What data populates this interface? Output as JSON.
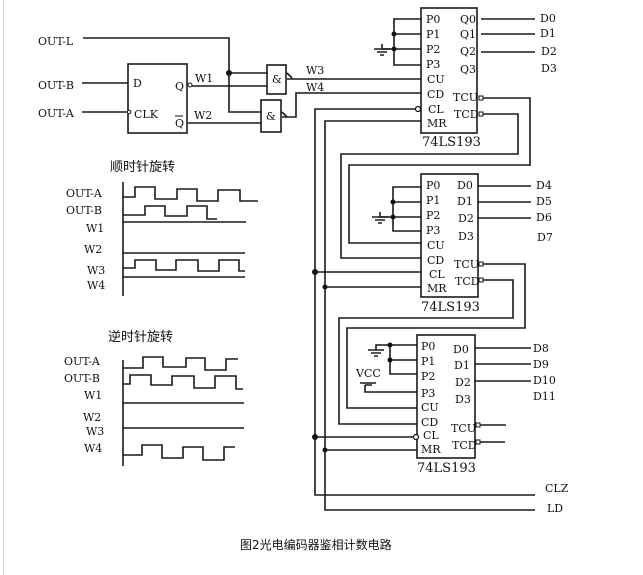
{
  "inputs": {
    "out_l": "OUT-L",
    "out_b": "OUT-B",
    "out_a": "OUT-A"
  },
  "flipflop": {
    "d": "D",
    "clk": "CLK",
    "q": "Q",
    "qbar": "Q"
  },
  "gates": {
    "and_symbol": "&"
  },
  "wires": {
    "w1": "W1",
    "w2": "W2",
    "w3": "W3",
    "w4": "W4"
  },
  "counters": [
    {
      "part": "74LS193",
      "left_pins": [
        "P0",
        "P1",
        "P2",
        "P3",
        "CU",
        "CD",
        "CL",
        "MR"
      ],
      "right_pins": [
        "Q0",
        "Q1",
        "Q2",
        "Q3"
      ],
      "carry_pins": [
        "TCU",
        "TCD"
      ],
      "outputs": [
        "D0",
        "D1",
        "D2",
        "D3"
      ]
    },
    {
      "part": "74LS193",
      "left_pins": [
        "P0",
        "P1",
        "P2",
        "P3",
        "CU",
        "CD",
        "CL",
        "MR"
      ],
      "right_pins": [
        "D0",
        "D1",
        "D2",
        "D3"
      ],
      "carry_pins": [
        "TCU",
        "TCD"
      ],
      "outputs": [
        "D4",
        "D5",
        "D6",
        "D7"
      ]
    },
    {
      "part": "74LS193",
      "left_pins": [
        "P0",
        "P1",
        "P2",
        "P3",
        "CU",
        "CD",
        "CL",
        "MR"
      ],
      "right_pins": [
        "D0",
        "D1",
        "D2",
        "D3"
      ],
      "carry_pins": [
        "TCU",
        "TCD"
      ],
      "outputs": [
        "D8",
        "D9",
        "D10",
        "D11"
      ]
    }
  ],
  "power": {
    "vcc": "VCC"
  },
  "control": {
    "clz": "CLZ",
    "ld": "LD"
  },
  "timing": [
    {
      "title": "顺时针旋转",
      "signals": [
        {
          "name": "OUT-A",
          "wave": [
            0,
            1,
            0,
            0,
            1,
            0,
            1,
            0,
            0
          ]
        },
        {
          "name": "OUT-B",
          "wave": [
            0,
            0,
            1,
            0,
            1,
            0
          ]
        },
        {
          "name": "W1",
          "wave": "low"
        },
        {
          "name": "W2",
          "wave": "low"
        },
        {
          "name": "W3",
          "wave": [
            0,
            1,
            0,
            1,
            0,
            1,
            0
          ]
        },
        {
          "name": "W4",
          "wave": "low"
        }
      ]
    },
    {
      "title": "逆时针旋转",
      "signals": [
        {
          "name": "OUT-A",
          "wave": [
            0,
            1,
            0,
            1,
            0,
            1
          ]
        },
        {
          "name": "OUT-B",
          "wave": [
            0,
            1,
            0,
            1,
            0,
            1,
            0
          ]
        },
        {
          "name": "W1",
          "wave": "low"
        },
        {
          "name": "W2",
          "wave": "low"
        },
        {
          "name": "W3",
          "wave": "low"
        },
        {
          "name": "W4",
          "wave": [
            0,
            1,
            0,
            1,
            0,
            1
          ]
        }
      ]
    }
  ],
  "caption": "图2光电编码器鉴相计数电路"
}
